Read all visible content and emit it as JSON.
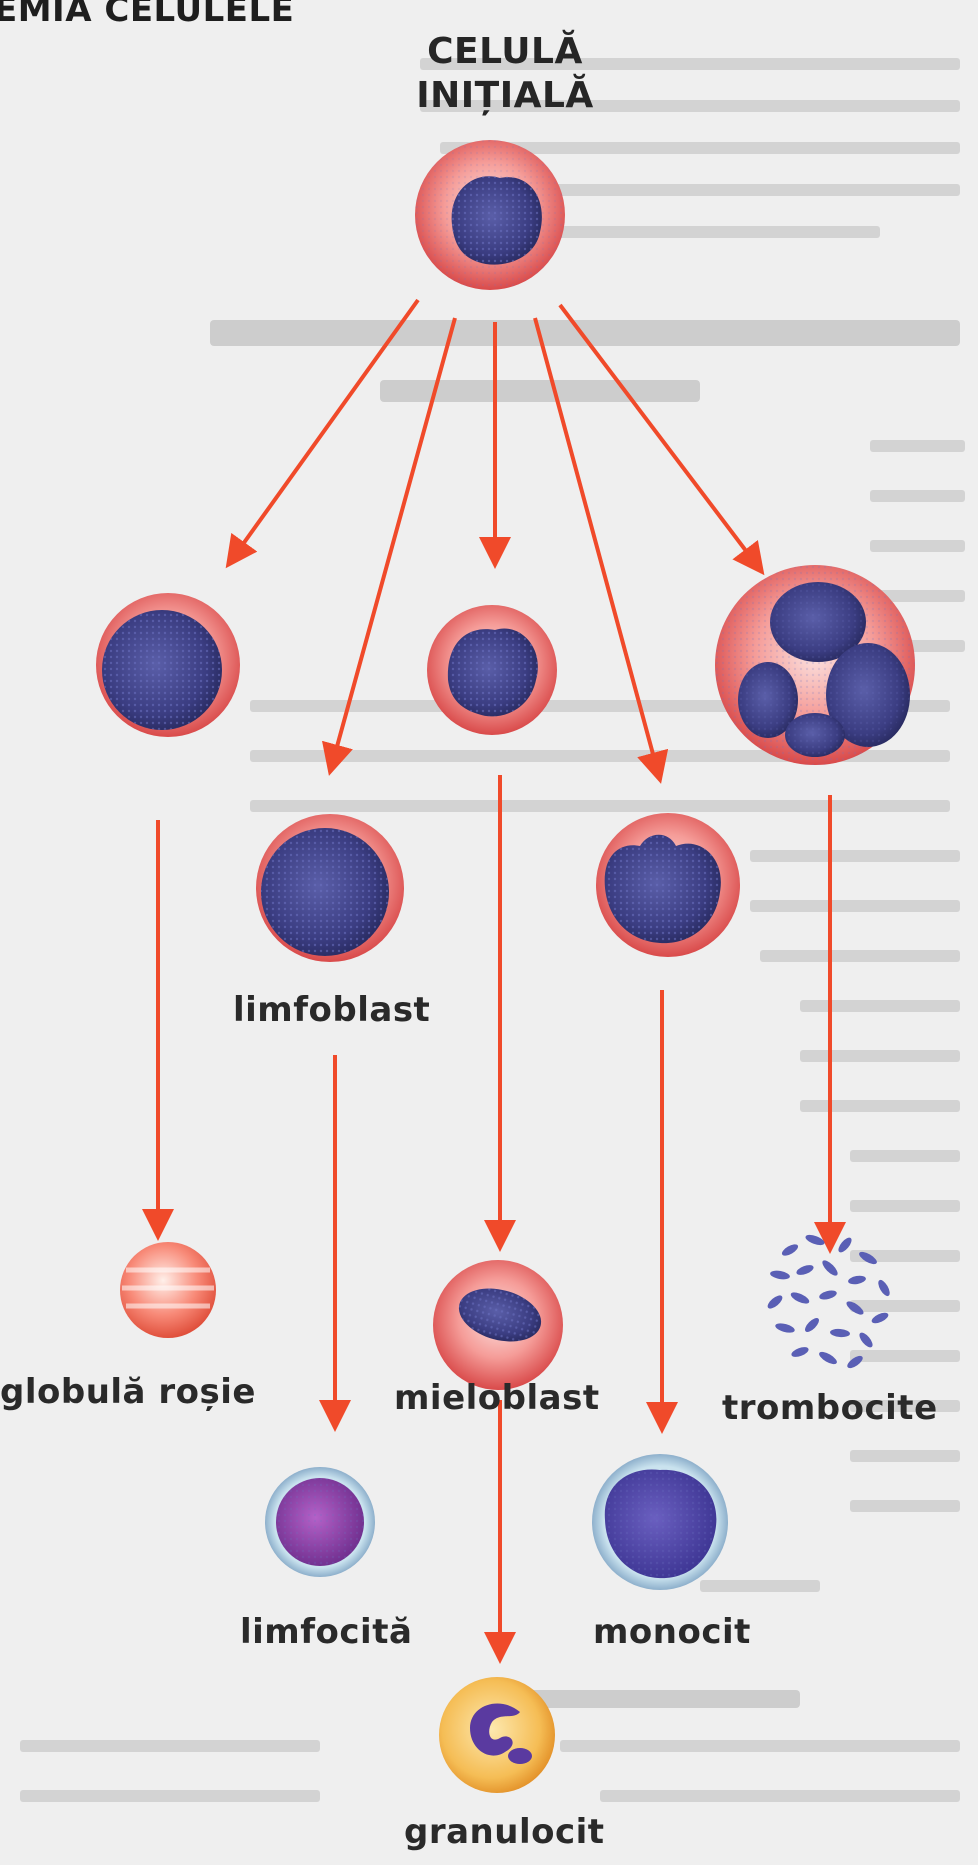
{
  "diagram": {
    "header_partial": "EMIA CELULELE",
    "root": {
      "line1": "CELULĂ",
      "line2": "INIȚIALĂ"
    },
    "labels": {
      "limfoblast": "limfoblast",
      "globula_rosie": "globulă roșie",
      "mieloblast": "mieloblast",
      "trombocite": "trombocite",
      "limfocita": "limfocită",
      "monocit": "monocit",
      "granulocit": "granulocit"
    }
  },
  "colors": {
    "arrow": "#f04a2a",
    "nucleus": "#3b3d82",
    "cytoplasm": "#f07a78",
    "lymphocyte": "#8e3fa8",
    "granulocyte": "#f3b24a",
    "platelet": "#5a5fb5",
    "background": "#efefef"
  }
}
